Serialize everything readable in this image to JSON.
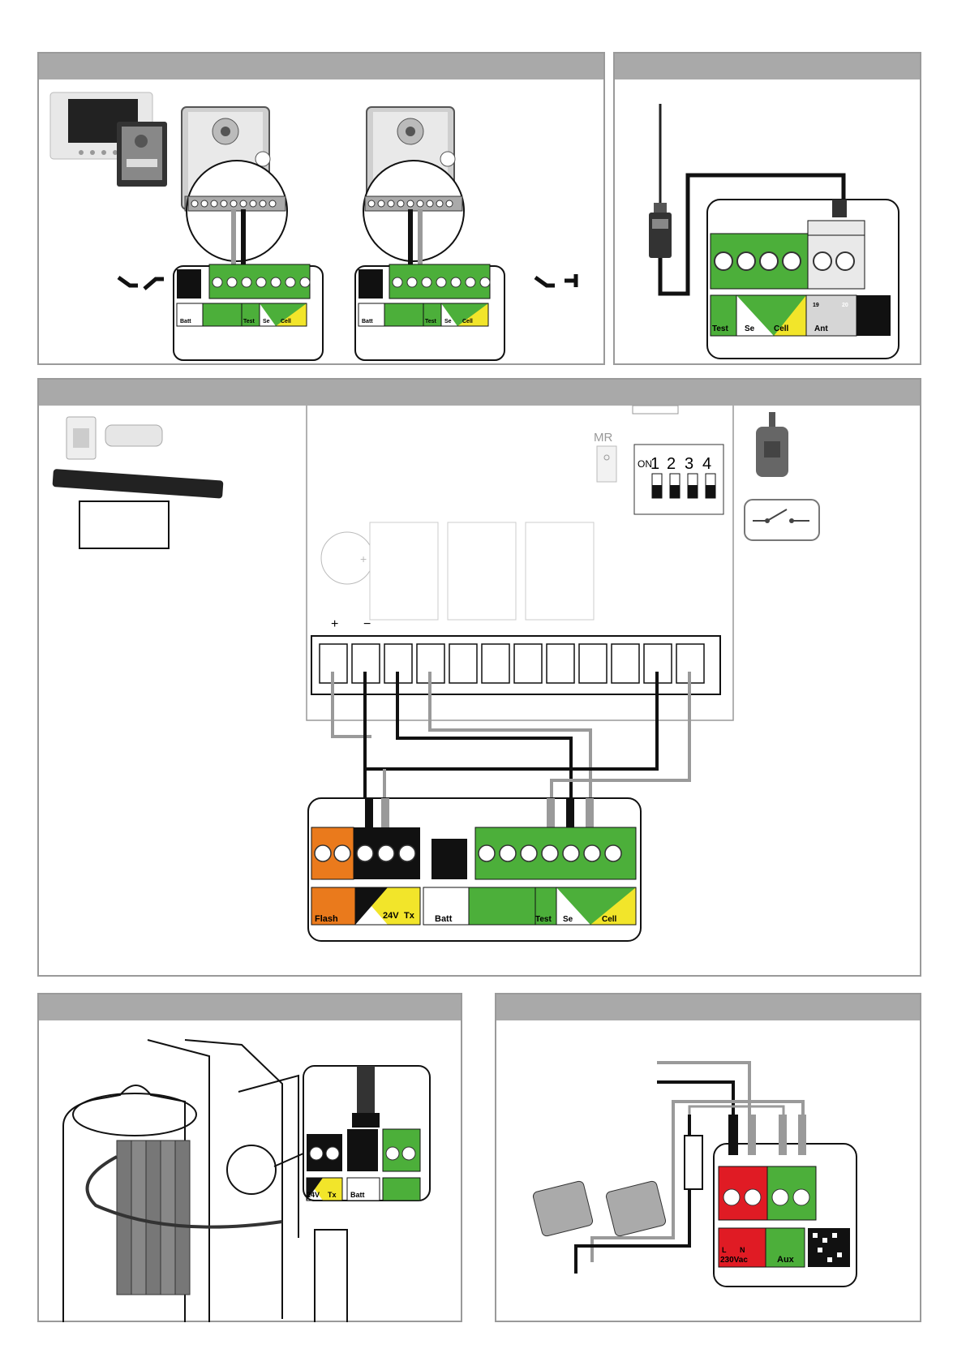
{
  "colors": {
    "header_bar": "#a9a9a9",
    "terminal_green": "#4caf3a",
    "terminal_yellow": "#f2e52a",
    "terminal_orange": "#ea7a1c",
    "terminal_red": "#e01b24",
    "terminal_black": "#111111",
    "wire_gray": "#9a9a9a",
    "wire_black": "#111111"
  },
  "panel_intercom": {
    "labels_left": {
      "batt": "Batt",
      "test": "Test",
      "se": "Se",
      "cell": "Cell"
    },
    "labels_right": {
      "batt": "Batt",
      "test": "Test",
      "se": "Se",
      "cell": "Cell"
    }
  },
  "panel_antenna": {
    "labels": {
      "test": "Test",
      "se": "Se",
      "cell": "Cell",
      "ant": "Ant",
      "t19": "19",
      "t20": "20"
    }
  },
  "panel_receiver": {
    "mr_label": "MR",
    "dip": {
      "on": "ON",
      "n1": "1",
      "n2": "2",
      "n3": "3",
      "n4": "4"
    },
    "plus": "+",
    "minus": "−",
    "labels": {
      "flash": "Flash",
      "v24": "24V",
      "tx": "Tx",
      "batt": "Batt",
      "test": "Test",
      "se": "Se",
      "cell": "Cell"
    }
  },
  "panel_battery": {
    "labels": {
      "v24": "24V",
      "tx": "Tx",
      "batt": "Batt"
    }
  },
  "panel_aux": {
    "labels": {
      "l": "L",
      "n": "N",
      "vac": "230Vac",
      "aux": "Aux"
    }
  }
}
